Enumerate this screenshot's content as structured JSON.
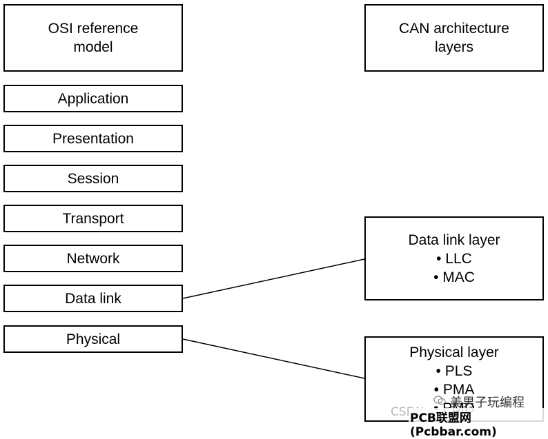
{
  "osi": {
    "title_line1": "OSI reference",
    "title_line2": "model",
    "layers": [
      "Application",
      "Presentation",
      "Session",
      "Transport",
      "Network",
      "Data link",
      "Physical"
    ]
  },
  "can": {
    "title_line1": "CAN architecture",
    "title_line2": "layers",
    "data_link": {
      "title": "Data link layer",
      "items": [
        "• LLC",
        "• MAC"
      ]
    },
    "physical": {
      "title": "Physical layer",
      "items": [
        "• PLS",
        "• PMA",
        "• PMD"
      ]
    }
  },
  "watermark": {
    "csdn": "CSDN",
    "brand": "美男子玩编程",
    "site": "PCB联盟网(Pcbbar.com)"
  }
}
